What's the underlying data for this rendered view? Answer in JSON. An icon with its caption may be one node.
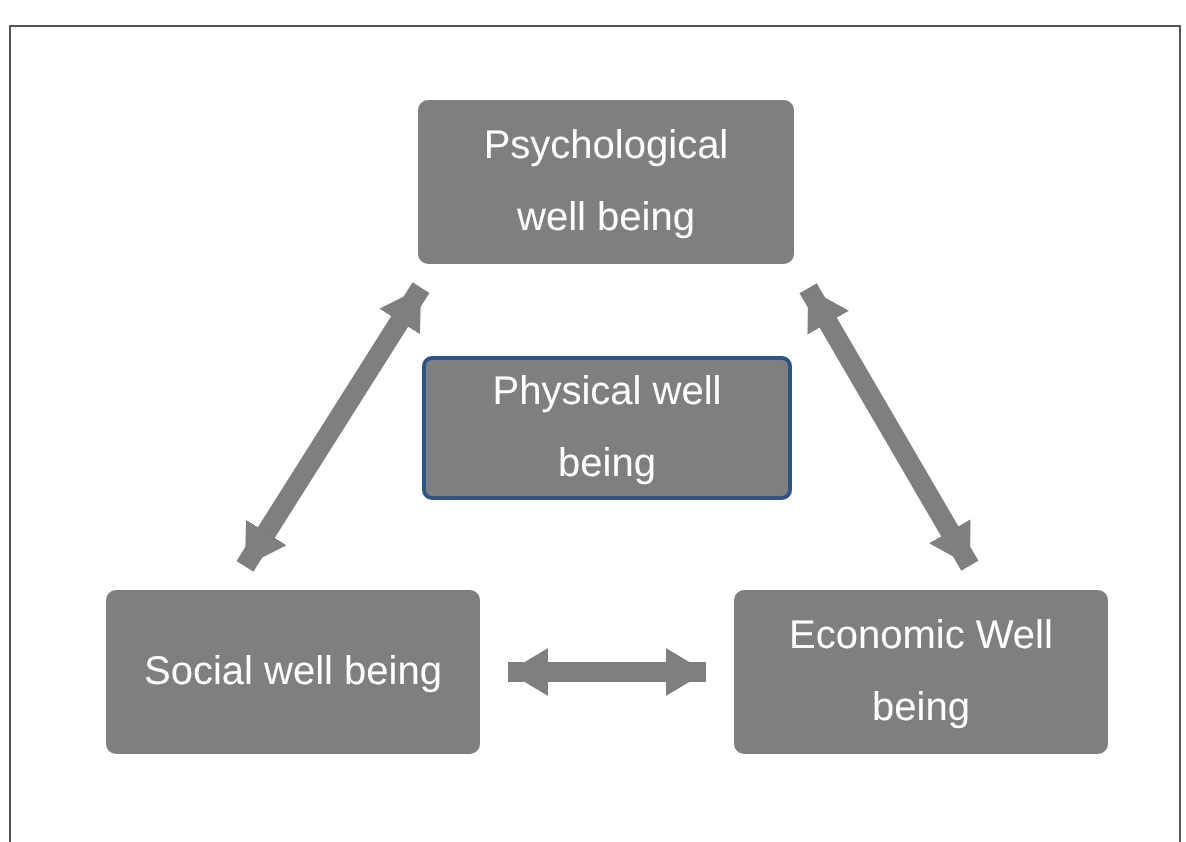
{
  "diagram": {
    "nodes": [
      {
        "text": [
          "Psychological well being"
        ]
      },
      {
        "text": [
          "Physical well being"
        ]
      },
      {
        "text": [
          "Social well being"
        ]
      },
      {
        "text": [
          "Economic Well being"
        ]
      }
    ],
    "edges": [
      {
        "from": 2,
        "to": 0,
        "arrow": "both"
      },
      {
        "from": 3,
        "to": 0,
        "arrow": "both"
      },
      {
        "from": 2,
        "to": 3,
        "arrow": "both"
      }
    ]
  }
}
